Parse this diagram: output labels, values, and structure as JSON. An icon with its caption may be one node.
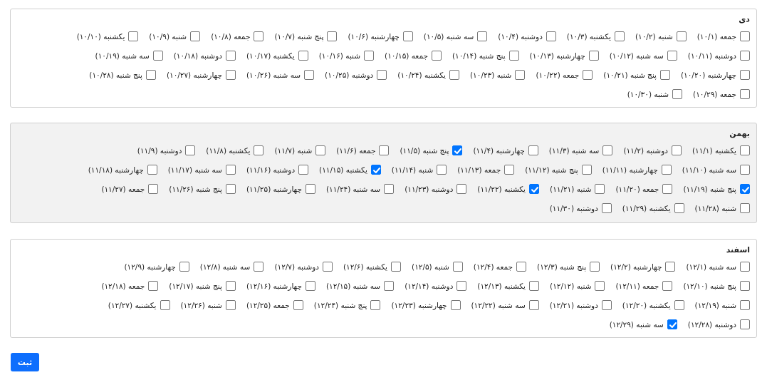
{
  "diagram": {
    "nodes": [
      {
        "text": [
          "دی"
        ]
      },
      {
        "text": [
          "جمعه (۱۰/۱)"
        ],
        "in": 0
      },
      {
        "text": [
          "شنبه (۱۰/۲)"
        ],
        "in": 0
      },
      {
        "text": [
          "یکشنبه (۱۰/۳)"
        ],
        "in": 0
      },
      {
        "text": [
          "دوشنبه (۱۰/۴)"
        ],
        "in": 0
      },
      {
        "text": [
          "سه شنبه (۱۰/۵)"
        ],
        "in": 0
      },
      {
        "text": [
          "چهارشنبه (۱۰/۶)"
        ],
        "in": 0
      },
      {
        "text": [
          "پنج شنبه (۱۰/۷)"
        ],
        "in": 0
      },
      {
        "text": [
          "جمعه (۱۰/۸)"
        ],
        "in": 0
      },
      {
        "text": [
          "شنبه (۱۰/۹)"
        ],
        "in": 0
      },
      {
        "text": [
          "یکشنبه (۱۰/۱۰)"
        ],
        "in": 0
      },
      {
        "text": [
          "دوشنبه (۱۰/۱۱)"
        ],
        "in": 0
      },
      {
        "text": [
          "سه شنبه (۱۰/۱۲)"
        ],
        "in": 0
      },
      {
        "text": [
          "چهارشنبه (۱۰/۱۳)"
        ],
        "in": 0
      },
      {
        "text": [
          "پنج شنبه (۱۰/۱۴)"
        ],
        "in": 0
      },
      {
        "text": [
          "جمعه (۱۰/۱۵)"
        ],
        "in": 0
      },
      {
        "text": [
          "شنبه (۱۰/۱۶)"
        ],
        "in": 0
      },
      {
        "text": [
          "یکشنبه (۱۰/۱۷)"
        ],
        "in": 0
      },
      {
        "text": [
          "دوشنبه (۱۰/۱۸)"
        ],
        "in": 0
      },
      {
        "text": [
          "سه شنبه (۱۰/۱۹)"
        ],
        "in": 0
      },
      {
        "text": [
          "چهارشنبه (۱۰/۲۰)"
        ],
        "in": 0
      },
      {
        "text": [
          "پنج شنبه (۱۰/۲۱)"
        ],
        "in": 0
      },
      {
        "text": [
          "جمعه (۱۰/۲۲)"
        ],
        "in": 0
      },
      {
        "text": [
          "شنبه (۱۰/۲۳)"
        ],
        "in": 0
      },
      {
        "text": [
          "یکشنبه (۱۰/۲۴)"
        ],
        "in": 0
      },
      {
        "text": [
          "دوشنبه (۱۰/۲۵)"
        ],
        "in": 0
      },
      {
        "text": [
          "سه شنبه (۱۰/۲۶)"
        ],
        "in": 0
      },
      {
        "text": [
          "چهارشنبه (۱۰/۲۷)"
        ],
        "in": 0
      },
      {
        "text": [
          "پنج شنبه (۱۰/۲۸)"
        ],
        "in": 0
      },
      {
        "text": [
          "جمعه (۱۰/۲۹)"
        ],
        "in": 0
      },
      {
        "text": [
          "شنبه (۱۰/۳۰)"
        ],
        "in": 0
      },
      {
        "text": [
          "بهمن"
        ]
      },
      {
        "text": [
          "یکشنبه (۱۱/۱)"
        ],
        "in": 31
      },
      {
        "text": [
          "دوشنبه (۱۱/۲)"
        ],
        "in": 31
      },
      {
        "text": [
          "سه شنبه (۱۱/۳)"
        ],
        "in": 31
      },
      {
        "text": [
          "چهارشنبه (۱۱/۴)"
        ],
        "in": 31
      },
      {
        "text": [
          "پنج شنبه (۱۱/۵)"
        ],
        "in": 31
      },
      {
        "text": [
          "جمعه (۱۱/۶)"
        ],
        "in": 31
      },
      {
        "text": [
          "شنبه (۱۱/۷)"
        ],
        "in": 31
      },
      {
        "text": [
          "یکشنبه (۱۱/۸)"
        ],
        "in": 31
      },
      {
        "text": [
          "دوشنبه (۱۱/۹)"
        ],
        "in": 31
      },
      {
        "text": [
          "سه شنبه (۱۱/۱۰)"
        ],
        "in": 31
      },
      {
        "text": [
          "چهارشنبه (۱۱/۱۱)"
        ],
        "in": 31
      },
      {
        "text": [
          "پنج شنبه (۱۱/۱۲)"
        ],
        "in": 31
      },
      {
        "text": [
          "جمعه (۱۱/۱۳)"
        ],
        "in": 31
      },
      {
        "text": [
          "شنبه (۱۱/۱۴)"
        ],
        "in": 31
      },
      {
        "text": [
          "یکشنبه (۱۱/۱۵)"
        ],
        "in": 31
      },
      {
        "text": [
          "دوشنبه (۱۱/۱۶)"
        ],
        "in": 31
      },
      {
        "text": [
          "سه شنبه (۱۱/۱۷)"
        ],
        "in": 31
      },
      {
        "text": [
          "چهارشنبه (۱۱/۱۸)"
        ],
        "in": 31
      },
      {
        "text": [
          "پنج شنبه (۱۱/۱۹)"
        ],
        "in": 31
      },
      {
        "text": [
          "جمعه (۱۱/۲۰)"
        ],
        "in": 31
      },
      {
        "text": [
          "شنبه (۱۱/۲۱)"
        ],
        "in": 31
      },
      {
        "text": [
          "یکشنبه (۱۱/۲۲)"
        ],
        "in": 31
      },
      {
        "text": [
          "دوشنبه (۱۱/۲۳)"
        ],
        "in": 31
      },
      {
        "text": [
          "سه شنبه (۱۱/۲۴)"
        ],
        "in": 31
      },
      {
        "text": [
          "چهارشنبه (۱۱/۲۵)"
        ],
        "in": 31
      },
      {
        "text": [
          "پنج شنبه (۱۱/۲۶)"
        ],
        "in": 31
      },
      {
        "text": [
          "جمعه (۱۱/۲۷)"
        ],
        "in": 31
      },
      {
        "text": [
          "شنبه (۱۱/۲۸)"
        ],
        "in": 31
      },
      {
        "text": [
          "یکشنبه (۱۱/۲۹)"
        ],
        "in": 31
      },
      {
        "text": [
          "دوشنبه (۱۱/۳۰)"
        ],
        "in": 31
      },
      {
        "text": [
          "اسفند"
        ]
      },
      {
        "text": [
          "سه شنبه (۱۲/۱)"
        ],
        "in": 62
      },
      {
        "text": [
          "چهارشنبه (۱۲/۲)"
        ],
        "in": 62
      },
      {
        "text": [
          "پنج شنبه (۱۲/۳)"
        ],
        "in": 62
      },
      {
        "text": [
          "جمعه (۱۲/۴)"
        ],
        "in": 62
      },
      {
        "text": [
          "شنبه (۱۲/۵)"
        ],
        "in": 62
      },
      {
        "text": [
          "یکشنبه (۱۲/۶)"
        ],
        "in": 62
      },
      {
        "text": [
          "دوشنبه (۱۲/۷)"
        ],
        "in": 62
      },
      {
        "text": [
          "سه شنبه (۱۲/۸)"
        ],
        "in": 62
      },
      {
        "text": [
          "چهارشنبه (۱۲/۹)"
        ],
        "in": 62
      },
      {
        "text": [
          "پنج شنبه (۱۲/۱۰)"
        ],
        "in": 62
      },
      {
        "text": [
          "جمعه (۱۲/۱۱)"
        ],
        "in": 62
      },
      {
        "text": [
          "شنبه (۱۲/۱۲)"
        ],
        "in": 62
      },
      {
        "text": [
          "یکشنبه (۱۲/۱۳)"
        ],
        "in": 62
      },
      {
        "text": [
          "دوشنبه (۱۲/۱۴)"
        ],
        "in": 62
      },
      {
        "text": [
          "سه شنبه (۱۲/۱۵)"
        ],
        "in": 62
      },
      {
        "text": [
          "چهارشنبه (۱۲/۱۶)"
        ],
        "in": 62
      },
      {
        "text": [
          "پنج شنبه (۱۲/۱۷)"
        ],
        "in": 62
      },
      {
        "text": [
          "جمعه (۱۲/۱۸)"
        ],
        "in": 62
      },
      {
        "text": [
          "شنبه (۱۲/۱۹)"
        ],
        "in": 62
      },
      {
        "text": [
          "یکشنبه (۱۲/۲۰)"
        ],
        "in": 62
      },
      {
        "text": [
          "دوشنبه (۱۲/۲۱)"
        ],
        "in": 62
      },
      {
        "text": [
          "سه شنبه (۱۲/۲۲)"
        ],
        "in": 62
      },
      {
        "text": [
          "چهارشنبه (۱۲/۲۳)"
        ],
        "in": 62
      },
      {
        "text": [
          "پنج شنبه (۱۲/۲۴)"
        ],
        "in": 62
      },
      {
        "text": [
          "جمعه (۱۲/۲۵)"
        ],
        "in": 62
      },
      {
        "text": [
          "شنبه (۱۲/۲۶)"
        ],
        "in": 62
      },
      {
        "text": [
          "یکشنبه (۱۲/۲۷)"
        ],
        "in": 62
      },
      {
        "text": [
          "دوشنبه (۱۲/۲۸)"
        ],
        "in": 62
      },
      {
        "text": [
          "سه شنبه (۱۲/۲۹)"
        ],
        "in": 62
      },
      {
        "text": [
          "ثبت"
        ]
      }
    ]
  }
}
